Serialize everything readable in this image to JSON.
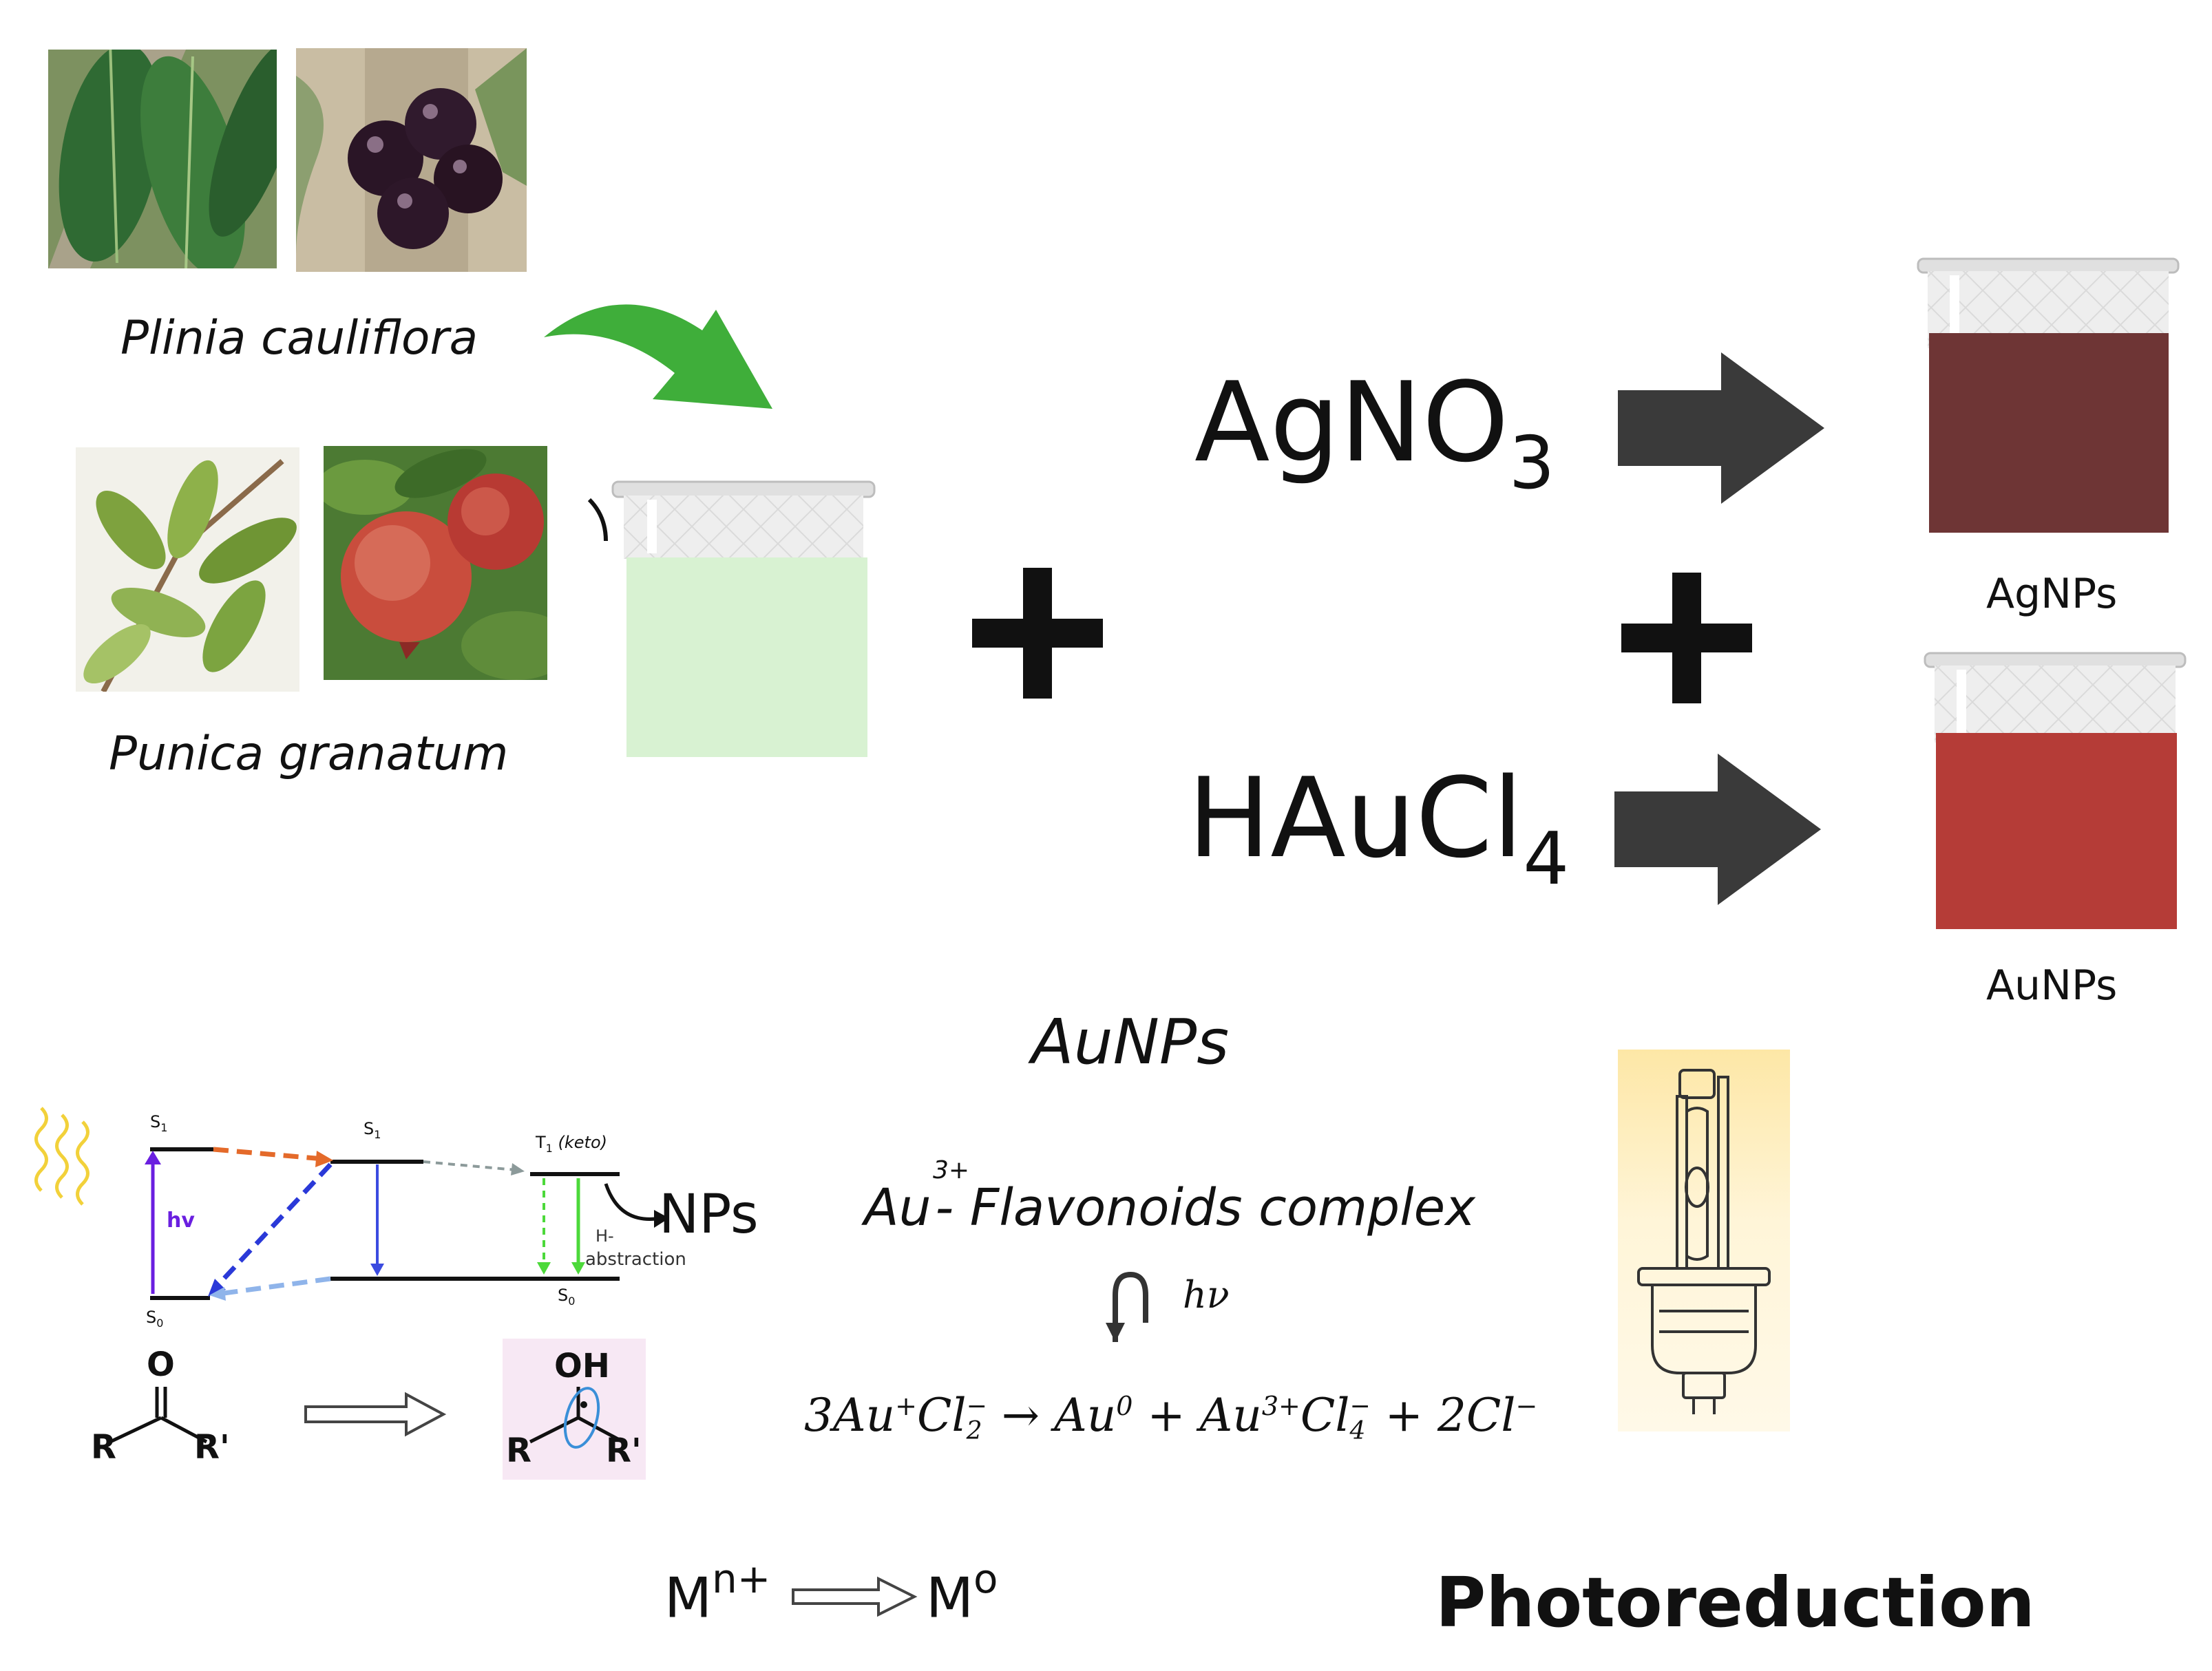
{
  "plants": {
    "plant1": "Plinia cauliflora",
    "plant2": "Punica granatum"
  },
  "reagents": {
    "silver": "AgNO",
    "silver_sub": "3",
    "gold": "HAuCl",
    "gold_sub": "4"
  },
  "products": {
    "silver": "AgNPs",
    "gold": "AuNPs"
  },
  "mechanism": {
    "title": "AuNPs",
    "complex_main": "Au",
    "complex_sup": "3+",
    "complex_rest": "- Flavonoids complex",
    "hv": "hν",
    "equation": {
      "p1": "3Au",
      "p1_sup": "+",
      "p2": "Cl",
      "p2_sub": "2",
      "p2_sup": "−",
      "arrow": " → ",
      "p3": "Au",
      "p3_sup": "0",
      "p4": " + Au",
      "p4_sup": "3+",
      "p5": "Cl",
      "p5_sub": "4",
      "p5_sup": "−",
      "p6": " + 2Cl",
      "p6_sup": "−"
    },
    "metal_from": "M",
    "metal_from_sup": "n+",
    "metal_to": "M",
    "metal_to_sup": "o",
    "caption": "Photoreduction"
  },
  "energy_diagram": {
    "s1a": "S",
    "s1a_sub": "1",
    "s1b": "S",
    "s1b_sub": "1",
    "t1": "T",
    "t1_sub": "1",
    "t1_note": "(keto)",
    "s0a": "S",
    "s0a_sub": "0",
    "s0b": "S",
    "s0b_sub": "0",
    "hv": "hv",
    "habs1": "H-",
    "habs2": "abstraction",
    "nps": "NPs"
  },
  "chem": {
    "o": "O",
    "r": "R",
    "rp": "R'",
    "oh": "OH"
  },
  "colors": {
    "green_arrow": "#3fae3a",
    "dark_arrow": "#3a3a3a",
    "extract": "#d8f2d2",
    "agnp": "#6e3535",
    "aunp": "#b53c37"
  }
}
